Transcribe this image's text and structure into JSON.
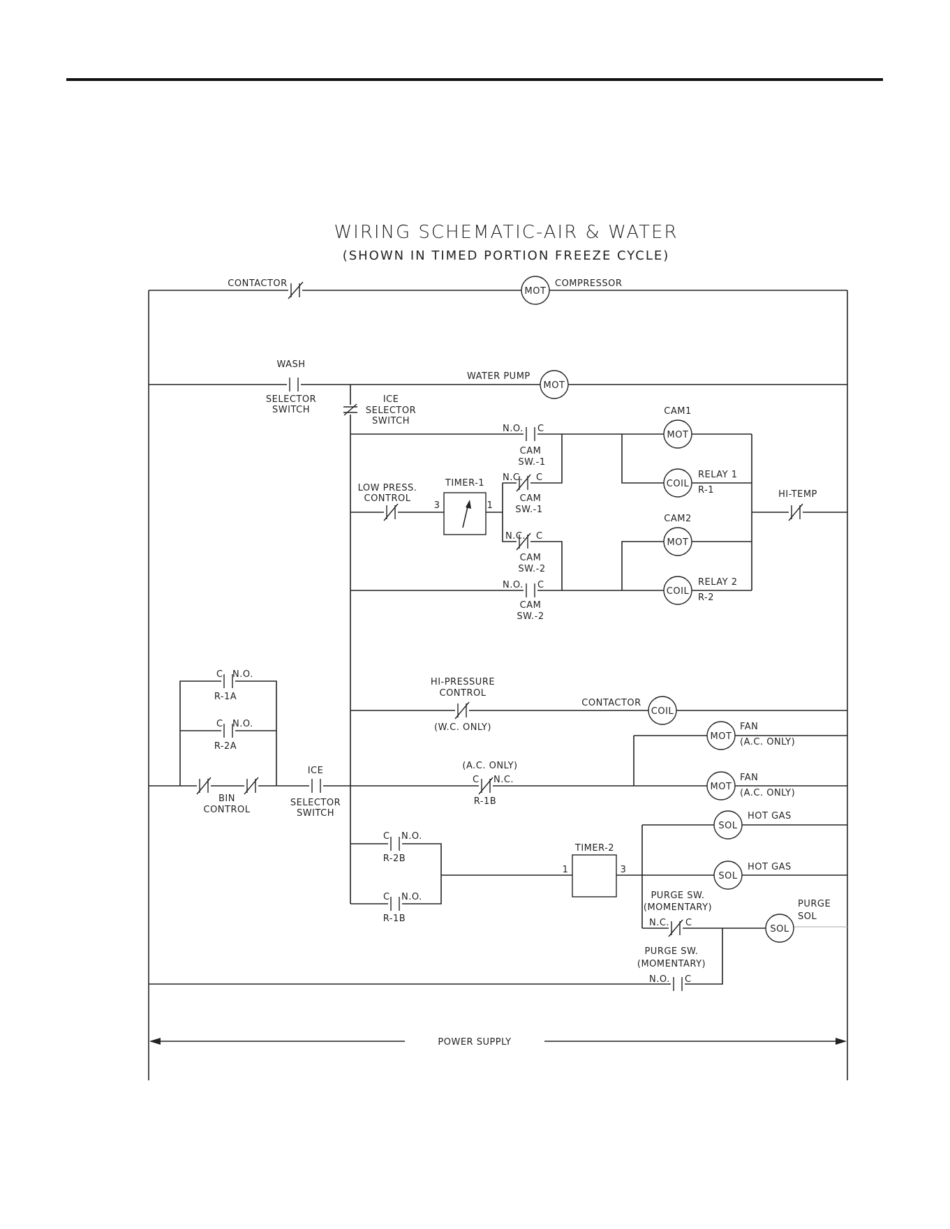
{
  "title": "WIRING SCHEMATIC-AIR & WATER",
  "subtitle": "(SHOWN IN TIMED PORTION FREEZE CYCLE)",
  "labels": {
    "contactor_top": "CONTACTOR",
    "compressor": "COMPRESSOR",
    "wash": "WASH",
    "selector": "SELECTOR",
    "switch": "SWITCH",
    "ice": "ICE",
    "water_pump": "WATER PUMP",
    "cam1": "CAM1",
    "cam2": "CAM2",
    "cam": "CAM",
    "sw1": "SW.-1",
    "sw2": "SW.-2",
    "no": "N.O.",
    "nc": "N.C.",
    "c": "C",
    "relay1": "RELAY 1",
    "relay2": "RELAY 2",
    "r1": "R-1",
    "r2": "R-2",
    "low_press": "LOW PRESS.",
    "control": "CONTROL",
    "timer1": "TIMER-1",
    "timer2": "TIMER-2",
    "t3": "3",
    "t1": "1",
    "hi_temp": "HI-TEMP",
    "r1a": "R-1A",
    "r2a": "R-2A",
    "bin": "BIN",
    "hi_pressure": "HI-PRESSURE",
    "wc_only": "(W.C. ONLY)",
    "contactor": "CONTACTOR",
    "fan": "FAN",
    "ac_only": "(A.C. ONLY)",
    "r1b": "R-1B",
    "r2b": "R-2B",
    "hot_gas": "HOT GAS",
    "purge_sw": "PURGE SW.",
    "momentary": "(MOMENTARY)",
    "purge": "PURGE",
    "sol_lbl": "SOL",
    "power_supply": "POWER SUPPLY"
  },
  "devices": {
    "mot": "MOT",
    "coil": "COIL",
    "sol": "SOL"
  }
}
